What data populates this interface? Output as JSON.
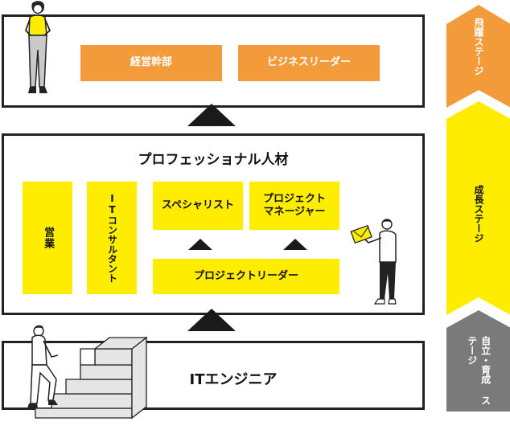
{
  "top_tier": {
    "roles": [
      "経営幹部",
      "ビジネスリーダー"
    ]
  },
  "middle_tier": {
    "title": "プロフェッショナル人材",
    "roles": {
      "sales": "営業",
      "it_consultant": "ITコンサルタント",
      "specialist": "スペシャリスト",
      "project_manager": "プロジェクト\nマネージャー",
      "project_leader": "プロジェクトリーダー"
    }
  },
  "bottom_tier": {
    "title": "ITエンジニア"
  },
  "stages": [
    {
      "label": "飛躍ステージ",
      "color": "#f39a3b"
    },
    {
      "label": "成長ステージ",
      "color": "#ffed00"
    },
    {
      "label": "自立・育成\nステージ",
      "color": "#7a7a7a"
    }
  ],
  "icons": [
    "person-standing-icon",
    "person-holding-envelope-icon",
    "person-climbing-stairs-icon",
    "up-arrow-icon"
  ]
}
